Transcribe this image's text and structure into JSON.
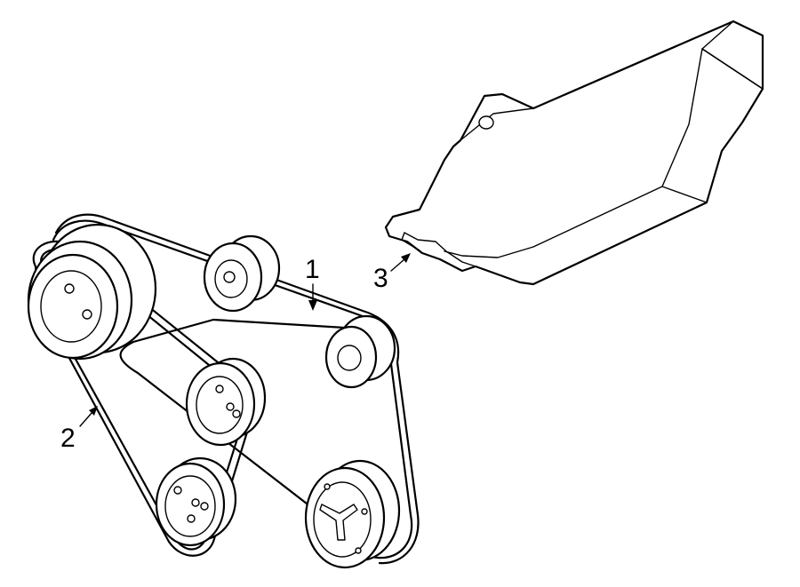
{
  "callouts": [
    {
      "id": "1",
      "label": "1",
      "part": "serpentine-belt-upper"
    },
    {
      "id": "2",
      "label": "2",
      "part": "serpentine-belt-lower"
    },
    {
      "id": "3",
      "label": "3",
      "part": "belt-cover-shield"
    }
  ],
  "colors": {
    "line": "#000000",
    "background": "#ffffff"
  }
}
